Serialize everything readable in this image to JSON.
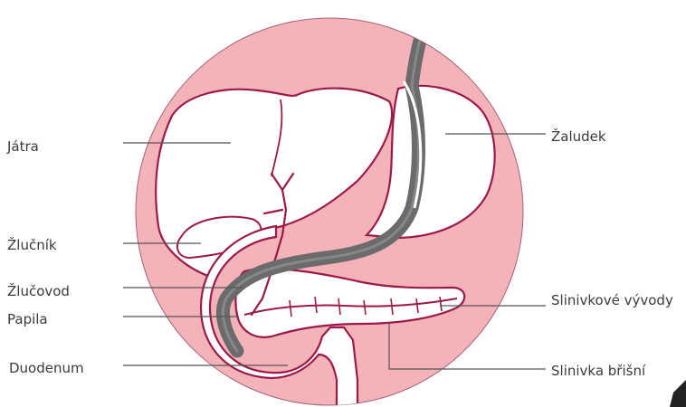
{
  "labels": {
    "liver": "Játra",
    "gallbladder": "Žlučník",
    "bile_duct": "Žlučovod",
    "papilla": "Papila",
    "duodenum": "Duodenum",
    "stomach": "Žaludek",
    "pancreatic_ducts": "Slinivkové vývody",
    "pancreas": "Slinivka břišní"
  },
  "colors": {
    "background_circle": "#f3b3b9",
    "organ_outline": "#9b1a4a",
    "organ_fill": "#ffffff",
    "endoscope": "#6b6b6b",
    "leader_line": "#555555",
    "label_text": "#3b3b3b"
  }
}
